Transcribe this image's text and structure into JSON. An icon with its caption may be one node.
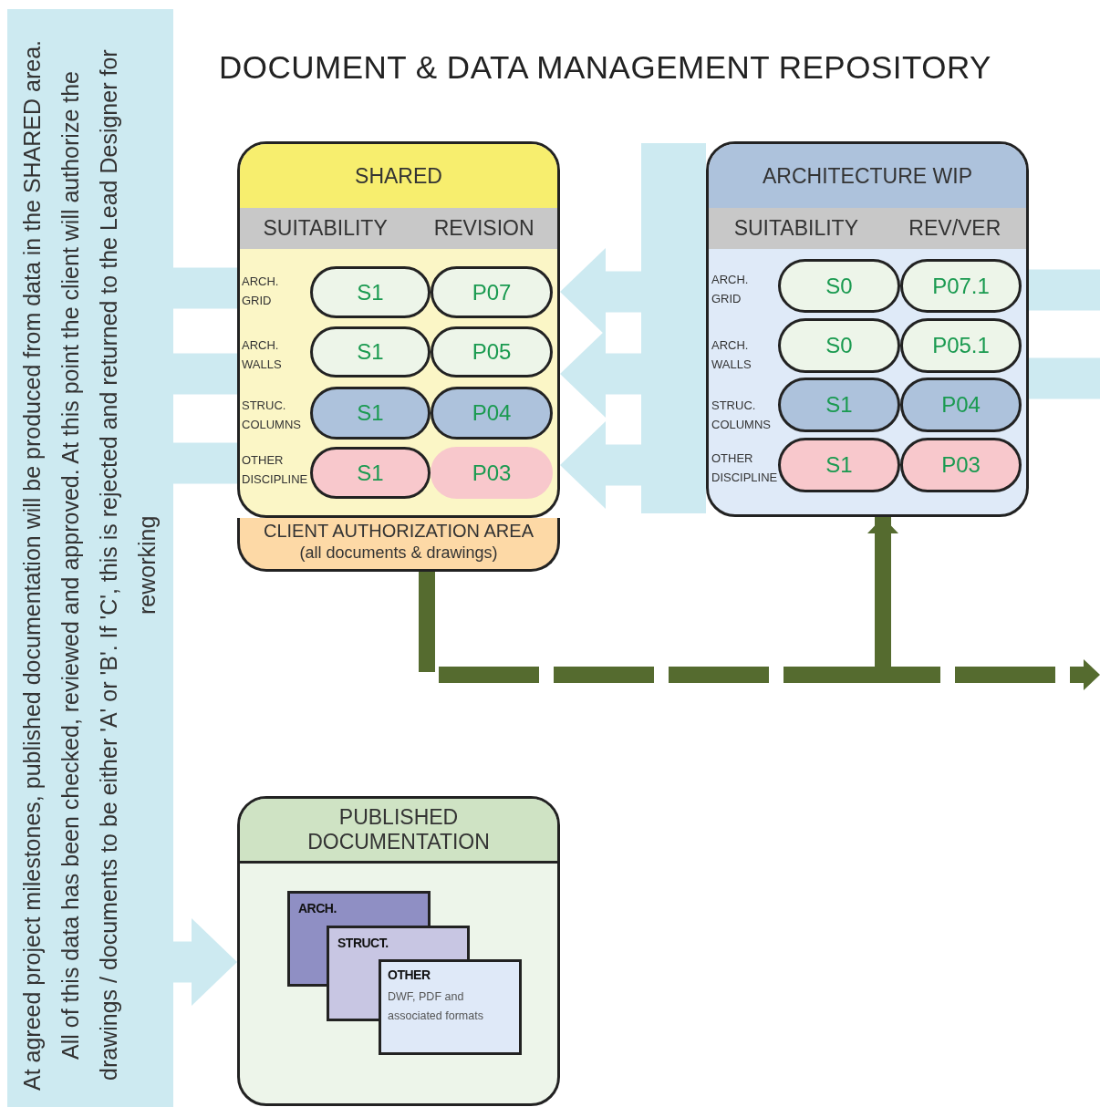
{
  "diagram": {
    "title": "DOCUMENT & DATA MANAGEMENT REPOSITORY",
    "nodes": [
      {
        "text": [
          "SHARED"
        ]
      },
      {
        "text": [
          "SUITABILITY",
          "REVISION"
        ],
        "in": 0
      },
      {
        "text": [
          "S1"
        ],
        "in": 0
      },
      {
        "text": [
          "P07"
        ],
        "in": 0
      },
      {
        "text": [
          "S1"
        ],
        "in": 0
      },
      {
        "text": [
          "P05"
        ],
        "in": 0
      },
      {
        "text": [
          "S1"
        ],
        "in": 0
      },
      {
        "text": [
          "P04"
        ],
        "in": 0
      },
      {
        "text": [
          "S1"
        ],
        "in": 0
      },
      {
        "text": [
          "P03"
        ],
        "in": 0
      },
      {
        "text": [
          "CLIENT AUTHORIZATION AREA",
          "(all documents & drawings)"
        ]
      },
      {
        "text": [
          "ARCHITECTURE WIP"
        ]
      },
      {
        "text": [
          "SUITABILITY",
          "REV/VER"
        ],
        "in": 11
      },
      {
        "text": [
          "S0"
        ],
        "in": 11
      },
      {
        "text": [
          "P07.1"
        ],
        "in": 11
      },
      {
        "text": [
          "S0"
        ],
        "in": 11
      },
      {
        "text": [
          "P05.1"
        ],
        "in": 11
      },
      {
        "text": [
          "S1"
        ],
        "in": 11
      },
      {
        "text": [
          "P04"
        ],
        "in": 11
      },
      {
        "text": [
          "S1"
        ],
        "in": 11
      },
      {
        "text": [
          "P03"
        ],
        "in": 11
      },
      {
        "text": [
          "PUBLISHED DOCUMENTATION"
        ]
      },
      {
        "text": [
          "ARCH."
        ],
        "in": 21
      },
      {
        "text": [
          "STRUCT."
        ],
        "in": 21
      },
      {
        "text": [
          "OTHER",
          "DWF, PDF and associated formats"
        ],
        "in": 21
      },
      {
        "text": [],
        "shape": "bar"
      },
      {
        "text": [
          "At agreed project milestones, published documentation will be produced from data in the SHARED area. All of this data has been checked, reviewed and approved. At this point the client will authorize the drawings / documents to be either 'A' or 'B'. If 'C', this is rejected and returned to the Lead Designer for reworking"
        ]
      }
    ],
    "edges": [
      {
        "from": 25,
        "to": 3,
        "arrow": "to"
      },
      {
        "from": 25,
        "to": 5,
        "arrow": "to"
      },
      {
        "from": 25,
        "to": 9,
        "arrow": "to"
      },
      {
        "from": 26,
        "to": 0,
        "arrow": "none"
      },
      {
        "from": 26,
        "to": 0,
        "arrow": "none"
      },
      {
        "from": 26,
        "to": 0,
        "arrow": "none"
      },
      {
        "from": null,
        "to": 11,
        "arrow": "none"
      },
      {
        "from": null,
        "to": 11,
        "arrow": "none"
      },
      {
        "from": 26,
        "to": 21,
        "arrow": "to"
      },
      {
        "from": 10,
        "to": 11,
        "arrow": "to",
        "style": "dashed",
        "color": "#556b2f"
      },
      {
        "from": 11,
        "to": null,
        "arrow": "to",
        "style": "dashed",
        "color": "#556b2f"
      }
    ],
    "labels": [
      "ARCH. GRID",
      "ARCH. WALLS",
      "STRUC. COLUMNS",
      "OTHER DISCIPLINE",
      "ARCH. GRID",
      "ARCH. WALLS",
      "STRUC. COLUMNS",
      "OTHER DISCIPLINE"
    ]
  }
}
